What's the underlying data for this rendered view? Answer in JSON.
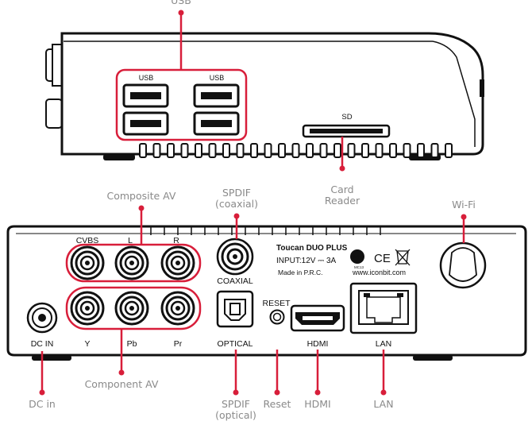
{
  "colors": {
    "accent": "#d81e3a",
    "device_outline": "#111111",
    "callout_text": "#8a8a8a"
  },
  "top_view": {
    "usb_callout": "USB",
    "usb_port_label_left": "USB",
    "usb_port_label_right": "USB",
    "sd_slot_label": "SD",
    "card_reader_callout_line1": "Card",
    "card_reader_callout_line2": "Reader"
  },
  "rear_view": {
    "composite_av_callout": "Composite AV",
    "spdif_coaxial_callout_line1": "SPDIF",
    "spdif_coaxial_callout_line2": "(coaxial)",
    "wifi_callout": "Wi-Fi",
    "cvbs_label": "CVBS",
    "l_label": "L",
    "r_label": "R",
    "coaxial_label": "COAXIAL",
    "y_label": "Y",
    "pb_label": "Pb",
    "pr_label": "Pr",
    "optical_label": "OPTICAL",
    "reset_label": "RESET",
    "hdmi_label": "HDMI",
    "lan_label": "LAN",
    "dc_in_label": "DC IN",
    "product_name": "Toucan DUO PLUS",
    "input_rating": "INPUT:12V ⎓ 3A",
    "made_in": "Made in P.R.C.",
    "website": "www.iconbit.com",
    "pct_mark": "PCT",
    "pct_code": "МС13",
    "ce_mark": "CE"
  },
  "bottom_callouts": {
    "dc_in": "DC in",
    "component_av": "Component AV",
    "spdif_optical_line1": "SPDIF",
    "spdif_optical_line2": "(optical)",
    "reset": "Reset",
    "hdmi": "HDMI",
    "lan": "LAN"
  }
}
